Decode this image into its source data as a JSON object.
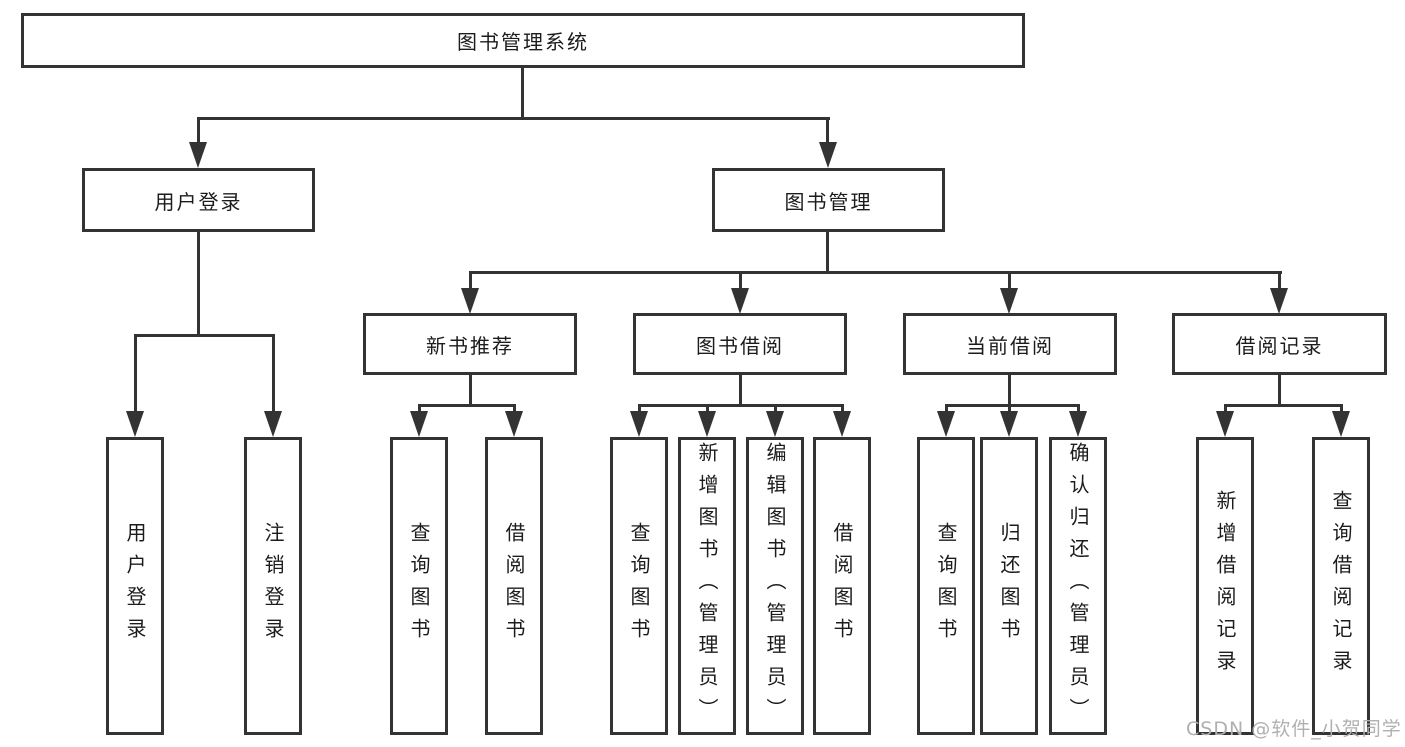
{
  "diagram": {
    "root_label": "图书管理系统",
    "level2": {
      "user_login": "用户登录",
      "book_management": "图书管理"
    },
    "level3": {
      "new_book": "新书推荐",
      "book_borrow": "图书借阅",
      "current_borrow": "当前借阅",
      "borrow_records": "借阅记录"
    },
    "leaves": {
      "user_login": "用户登录",
      "logout": "注销登录",
      "nb_query": "查询图书",
      "nb_borrow": "借阅图书",
      "bb_query": "查询图书",
      "bb_add": "新增图书（管理员）",
      "bb_edit": "编辑图书（管理员）",
      "bb_borrow": "借阅图书",
      "cb_query": "查询图书",
      "cb_return": "归还图书",
      "cb_confirm": "确认归还（管理员）",
      "br_add": "新增借阅记录",
      "br_query": "查询借阅记录"
    },
    "watermark": "CSDN @软件_小贺同学"
  },
  "colors": {
    "line": "#333333",
    "text": "#1c1c1c",
    "watermark": "#b0b0b0",
    "background": "#ffffff"
  }
}
